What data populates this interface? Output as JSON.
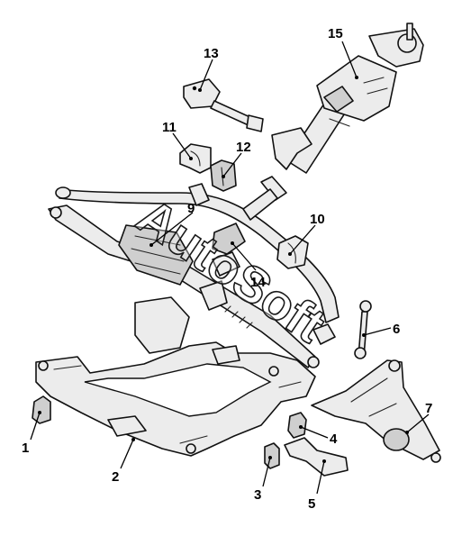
{
  "diagram": {
    "watermark": "AutoSoft",
    "callouts": [
      {
        "id": "1",
        "label": "1"
      },
      {
        "id": "2",
        "label": "2"
      },
      {
        "id": "3",
        "label": "3"
      },
      {
        "id": "4",
        "label": "4"
      },
      {
        "id": "5",
        "label": "5"
      },
      {
        "id": "6",
        "label": "6"
      },
      {
        "id": "7",
        "label": "7"
      },
      {
        "id": "9",
        "label": "9"
      },
      {
        "id": "10",
        "label": "10"
      },
      {
        "id": "11",
        "label": "11"
      },
      {
        "id": "12",
        "label": "12"
      },
      {
        "id": "13",
        "label": "13"
      },
      {
        "id": "14",
        "label": "14"
      },
      {
        "id": "15",
        "label": "15"
      }
    ]
  }
}
